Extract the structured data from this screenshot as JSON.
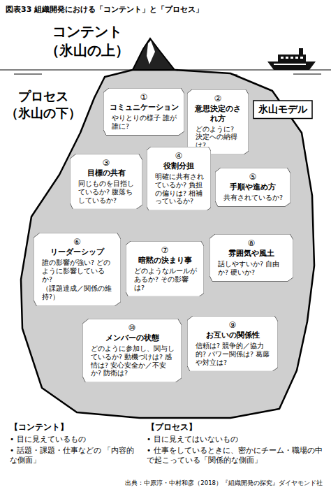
{
  "diagram": {
    "title": "図表33 組織開発における「コンテント」と「プロセス」",
    "caption": "出典：中原淳・中村和彦（2018）『組織開発の探究』ダイヤモンド社",
    "nodes": [
      {
        "text": [
          "氷山モデル"
        ]
      },
      {
        "text": [
          "①",
          "コミュニケーション",
          "やりとりの様子 誰が誰に?"
        ]
      },
      {
        "text": [
          "②",
          "意思決定のされ方",
          "どのように? 決定への納得は?"
        ]
      },
      {
        "text": [
          "③",
          "目標の共有",
          "同じものを目指しているか? 腹落ちしているか?"
        ]
      },
      {
        "text": [
          "④",
          "役割分担",
          "明確に共有されているか? 負担の偏りは? 相補っているか?"
        ]
      },
      {
        "text": [
          "⑤",
          "手順や進め方",
          "共有されているか?"
        ]
      },
      {
        "text": [
          "⑥",
          "リーダーシップ",
          "誰の影響が強い? どのように影響しているか?",
          "（課題達成／関係の維持?）"
        ]
      },
      {
        "text": [
          "⑦",
          "暗黙の決まり事",
          "どのようなルールがあるか? その影響は?"
        ]
      },
      {
        "text": [
          "⑧",
          "雰囲気や風土",
          "話しやすいか? 自由か? 硬いか?"
        ]
      },
      {
        "text": [
          "⑩",
          "メンバーの状態",
          "どのように参加し、関与しているか? 動機づけは? 感情は? 安心安全か／不安か? 防衛は?"
        ]
      },
      {
        "text": [
          "⑨",
          "お互いの関係性",
          "信頼は? 競争的／協力的? パワー関係は? 葛藤や対立は?"
        ]
      }
    ],
    "labels": [
      "コンテント （氷山の上）",
      "プロセス （氷山の下）",
      "【コンテント】",
      "• 目に見えているもの",
      "• 話題・課題・仕事などの 「内容的な側面」",
      "【プロセス】",
      "• 目に見えてはいないもの",
      "• 仕事をしているときに、密かにチーム・職場の中で起こっている「関係的な側面」"
    ]
  }
}
